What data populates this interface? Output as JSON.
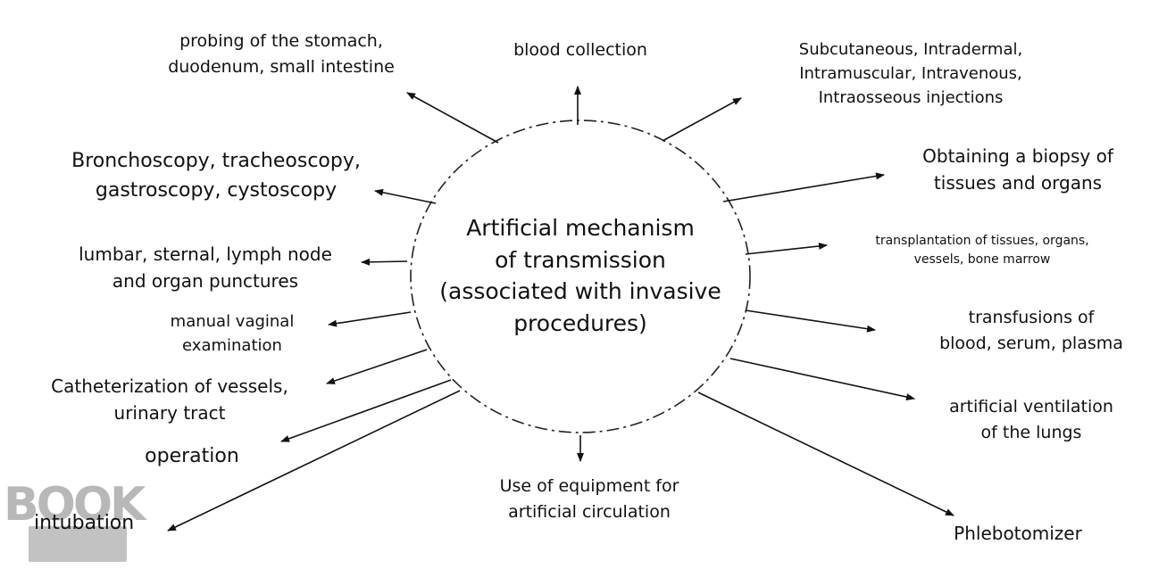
{
  "center": "Artificial mechanism\nof transmission\n(associated with invasive\nprocedures)",
  "labels": {
    "probing": "probing of the stomach,\nduodenum, small intestine",
    "blood_collection": "blood collection",
    "injections": "Subcutaneous, Intradermal,\nIntramuscular, Intravenous,\nIntraosseous injections",
    "bronchoscopy": "Bronchoscopy, tracheoscopy,\ngastroscopy, cystoscopy",
    "biopsy": "Obtaining a biopsy of\ntissues and organs",
    "punctures": "lumbar, sternal, lymph node\nand organ punctures",
    "transplantation": "transplantation of tissues, organs,\nvessels, bone marrow",
    "vaginal": "manual vaginal\nexamination",
    "transfusions": "transfusions of\nblood, serum, plasma",
    "catheterization": "Catheterization of vessels,\nurinary tract",
    "ventilation": "artificial ventilation\nof the lungs",
    "operation": "operation",
    "equipment": "Use of equipment for\nartificial circulation",
    "intubation": "intubation",
    "phlebotomizer": "Phlebotomizer"
  },
  "watermark": "BOOK"
}
